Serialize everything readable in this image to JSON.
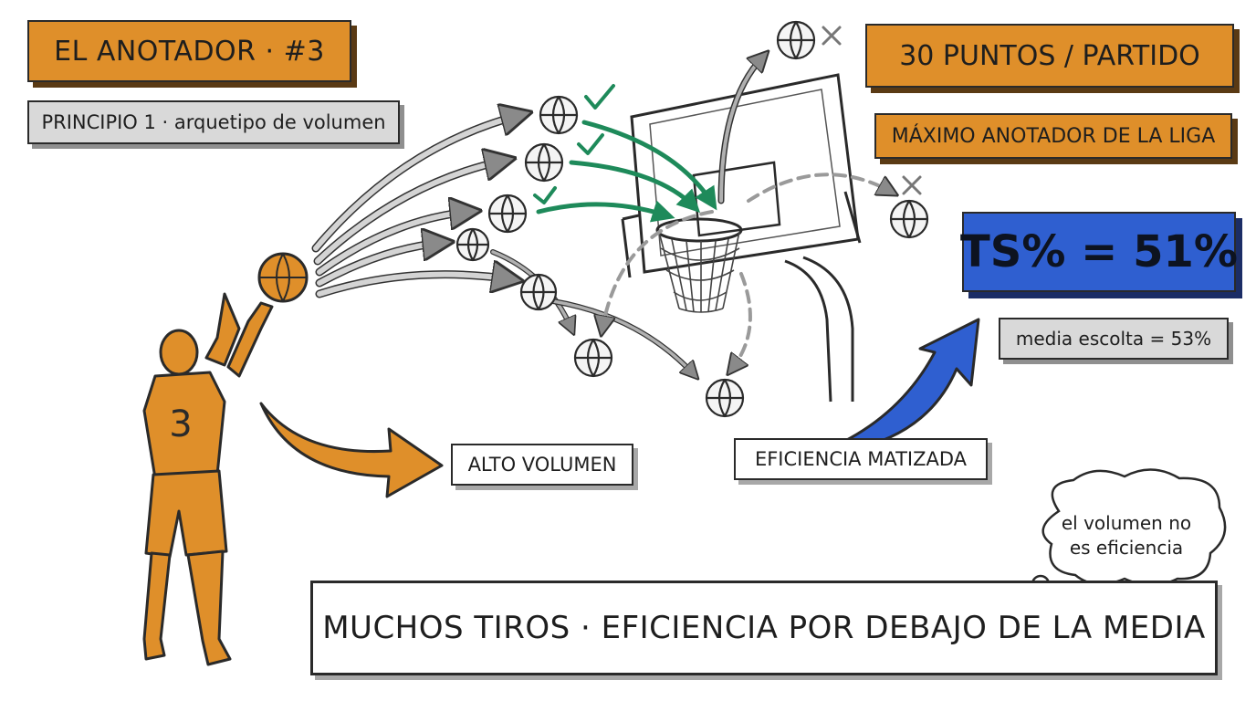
{
  "title": "EL ANOTADOR · #3",
  "principle": "PRINCIPIO 1 · arquetipo de volumen",
  "points_per_game": "30 PUNTOS / PARTIDO",
  "league_leader": "MÁXIMO ANOTADOR DE LA LIGA",
  "ts_value": "TS% = 51%",
  "guard_average": "media escolta = 53%",
  "jersey_number": "3",
  "high_volume": "ALTO VOLUMEN",
  "nuanced_efficiency": "EFICIENCIA MATIZADA",
  "thought_bubble": [
    "el volumen no",
    "es eficiencia"
  ],
  "bottom_banner": "MUCHOS TIROS · EFICIENCIA POR DEBAJO DE LA MEDIA",
  "colors": {
    "orange": "#df8f2a",
    "blue": "#2f5fd0",
    "green": "#1e8a5a",
    "grey": "#d9d9d9"
  }
}
